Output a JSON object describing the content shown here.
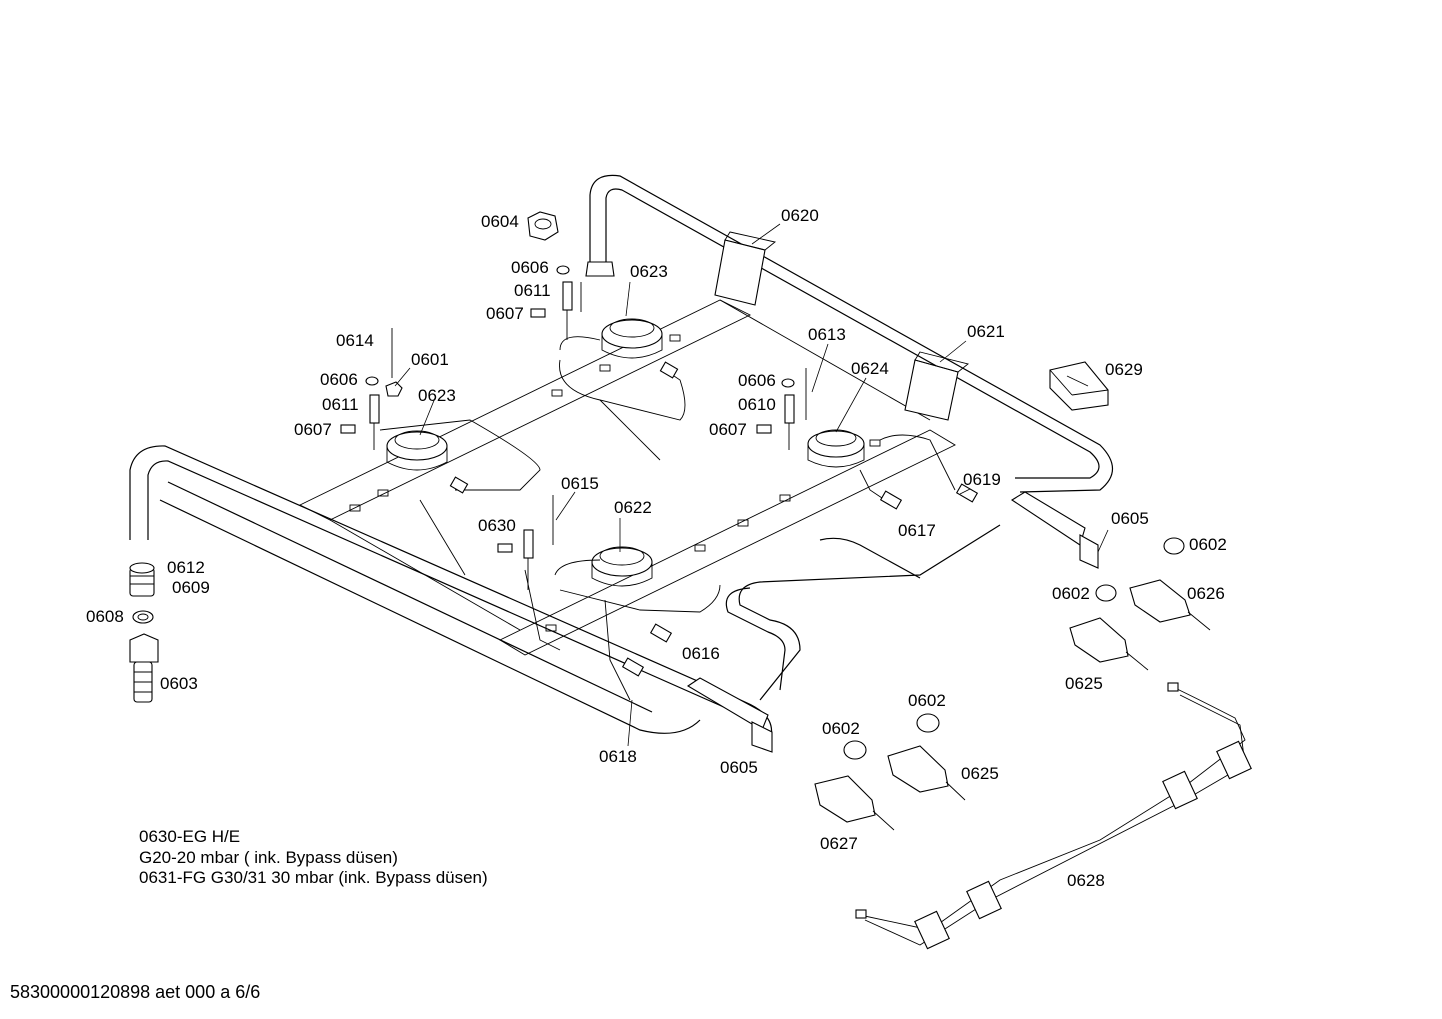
{
  "callouts": {
    "c0604": "0604",
    "c0620": "0620",
    "c0606a": "0606",
    "c0611a": "0611",
    "c0623a": "0623",
    "c0607a": "0607",
    "c0614": "0614",
    "c0601": "0601",
    "c0613": "0613",
    "c0621": "0621",
    "c0629": "0629",
    "c0606b": "0606",
    "c0611b": "0611",
    "c0623b": "0623",
    "c0624": "0624",
    "c0606c": "0606",
    "c0610": "0610",
    "c0607b": "0607",
    "c0607c": "0607",
    "c0619": "0619",
    "c0615": "0615",
    "c0622": "0622",
    "c0630": "0630",
    "c0617": "0617",
    "c0605a": "0605",
    "c0602a": "0602",
    "c0612": "0612",
    "c0609": "0609",
    "c0608": "0608",
    "c0602b": "0602",
    "c0626": "0626",
    "c0616": "0616",
    "c0603": "0603",
    "c0625a": "0625",
    "c0618": "0618",
    "c0605b": "0605",
    "c0602c": "0602",
    "c0602d": "0602",
    "c0625b": "0625",
    "c0627": "0627",
    "c0628": "0628"
  },
  "notes": [
    "0630-EG H/E",
    "G20-20 mbar ( ink. Bypass  düsen)",
    "0631-FG G30/31 30 mbar (ink. Bypass  düsen)"
  ],
  "footer": "58300000120898 aet 000 a 6/6"
}
